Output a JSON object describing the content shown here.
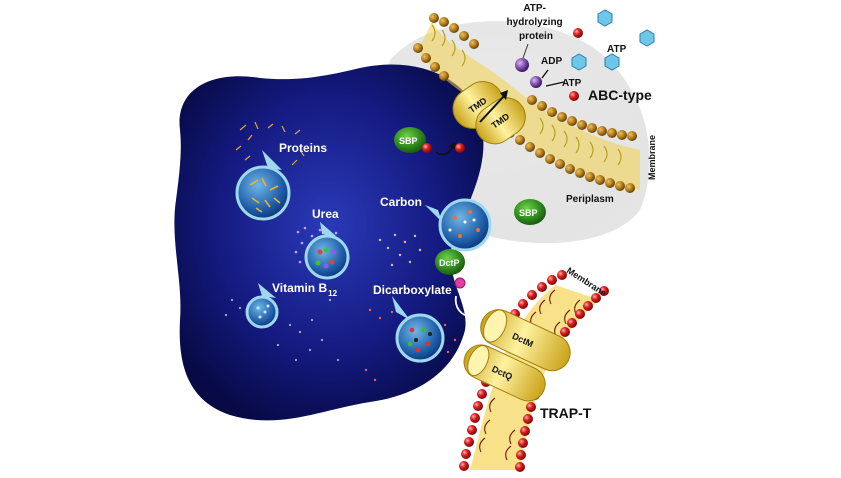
{
  "labels": {
    "proteins": "Proteins",
    "urea": "Urea",
    "carbon": "Carbon",
    "vitamin": "Vitamin B",
    "vitamin_sub": "12",
    "dicarboxylate": "Dicarboxylate",
    "atp_hydrolyzing_1": "ATP-",
    "atp_hydrolyzing_2": "hydrolyzing",
    "atp_hydrolyzing_3": "protein",
    "adp": "ADP",
    "atp_bound": "ATP",
    "atp_free": "ATP",
    "abc_type": "ABC-type",
    "tmd_1": "TMD",
    "tmd_2": "TMD",
    "sbp_1": "SBP",
    "sbp_2": "SBP",
    "membrane_top": "Membrane",
    "periplasm": "Periplasm",
    "dctp": "DctP",
    "membrane_bottom": "Membrane",
    "dctm": "DctM",
    "dctq": "DctQ",
    "trap_t": "TRAP-T"
  },
  "colors": {
    "cell_dark": "#0a0e5c",
    "cell_light": "#2a3ab8",
    "membrane_yellow": "#f2d24a",
    "head_brown": "#b07a1a",
    "head_red": "#d42020",
    "sbp_green": "#2f8a1e",
    "substrate_red": "#e02020",
    "atp_blue": "#6ec6e8",
    "adp_purple": "#7a4aa8"
  }
}
